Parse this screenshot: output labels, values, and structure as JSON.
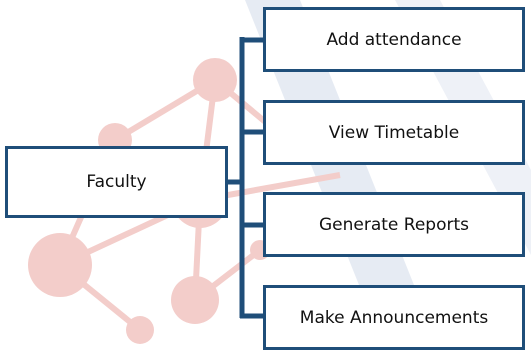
{
  "diagram": {
    "root": {
      "label": "Faculty"
    },
    "children": [
      {
        "label": "Add attendance"
      },
      {
        "label": "View Timetable"
      },
      {
        "label": "Generate Reports"
      },
      {
        "label": "Make Announcements"
      }
    ]
  },
  "colors": {
    "box_border": "#1f4e79",
    "connector": "#1f4e79",
    "watermark_node": "#f2c6c2",
    "watermark_stripe": "#e4e9f2"
  }
}
